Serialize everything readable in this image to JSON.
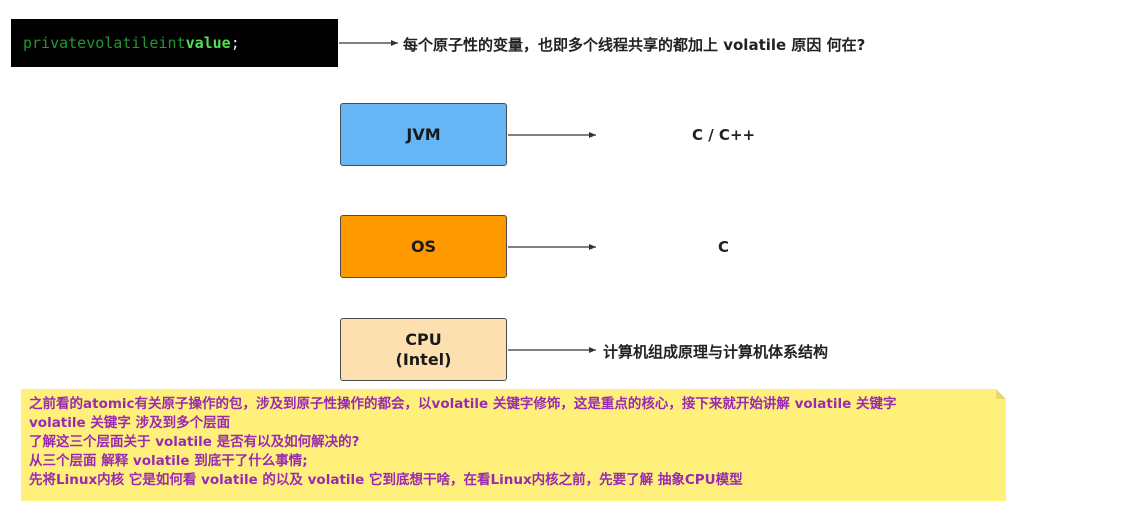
{
  "code": {
    "keyword_private": "private",
    "keyword_volatile": "volatile",
    "keyword_int": "int",
    "identifier": "value",
    "terminator": ";"
  },
  "question": "每个原子性的变量，也即多个线程共享的都加上 volatile 原因 何在?",
  "layers": [
    {
      "name": "JVM",
      "subname": "",
      "tech": "C / C++",
      "color": "#66b5f5"
    },
    {
      "name": "OS",
      "subname": "",
      "tech": "C",
      "color": "#ff9900"
    },
    {
      "name": "CPU",
      "subname": "(Intel)",
      "tech": "计算机组成原理与计算机体系结构",
      "color": "#fde0b0"
    }
  ],
  "note": {
    "lines": [
      "之前看的atomic有关原子操作的包，涉及到原子性操作的都会，以volatile 关键字修饰，这是重点的核心，接下来就开始讲解 volatile 关键字",
      " volatile 关键字 涉及到多个层面",
      "了解这三个层面关于 volatile 是否有以及如何解决的?",
      "从三个层面 解释 volatile 到底干了什么事情;",
      "先将Linux内核 它是如何看  volatile 的以及 volatile 它到底想干啥，在看Linux内核之前，先要了解 抽象CPU模型"
    ],
    "background": "#fef07a",
    "text_color": "#9a2bb0"
  }
}
